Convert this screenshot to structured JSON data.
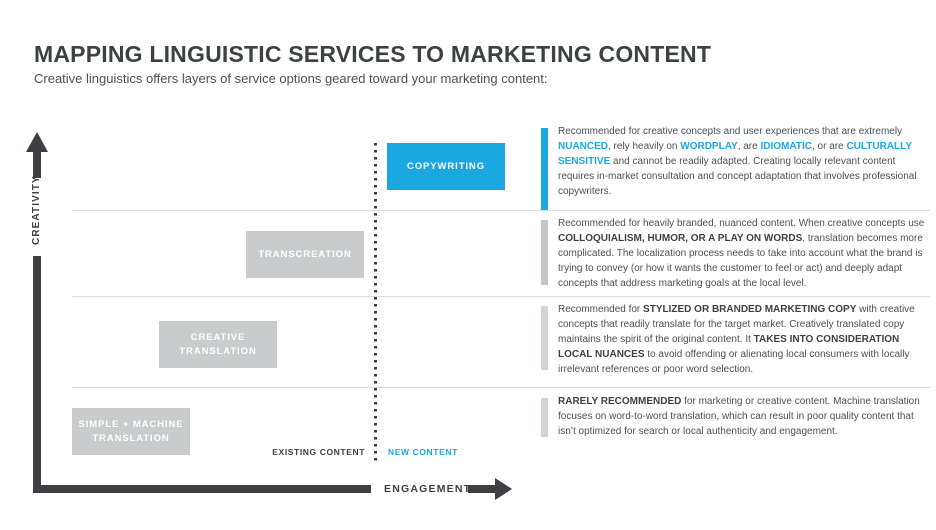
{
  "header": {
    "title": "MAPPING LINGUISTIC SERVICES TO MARKETING CONTENT",
    "subtitle": "Creative linguistics offers layers of service options geared toward your marketing content:"
  },
  "colors": {
    "blue": "#1ba7e0",
    "dark": "#3d3f42",
    "box_gray": "#c9cbcd",
    "divider_gray": "#dadada"
  },
  "diagram": {
    "y_axis_label": "CREATIVITY",
    "x_axis_label": "ENGAGEMENT",
    "column_labels": {
      "existing": "EXISTING CONTENT",
      "new": "NEW CONTENT"
    },
    "services": [
      {
        "label": "COPYWRITING",
        "color": "#1ba7e0",
        "column": "new content"
      },
      {
        "label": "TRANSCREATION",
        "color": "#c9cbcd",
        "column": "existing content"
      },
      {
        "label": "CREATIVE TRANSLATION",
        "color": "#c9cbcd",
        "column": "existing content"
      },
      {
        "label": "SIMPLE + MACHINE TRANSLATION",
        "color": "#c9cbcd",
        "column": "existing content"
      }
    ]
  },
  "descriptions": [
    {
      "service": "COPYWRITING",
      "accent_color": "#1ba7e0",
      "segments": [
        {
          "style": "normal",
          "text": "Recommended for creative concepts and user experiences that are extremely "
        },
        {
          "style": "blue-bold",
          "text": "NUANCED"
        },
        {
          "style": "normal",
          "text": ", rely heavily on "
        },
        {
          "style": "blue-bold",
          "text": "WORDPLAY"
        },
        {
          "style": "normal",
          "text": ", are "
        },
        {
          "style": "blue-bold",
          "text": "IDIOMATIC"
        },
        {
          "style": "normal",
          "text": ", or are "
        },
        {
          "style": "blue-bold",
          "text": "CULTURALLY SENSITIVE"
        },
        {
          "style": "normal",
          "text": " and cannot be readily adapted. Creating locally relevant content requires in-market consultation and concept adaptation that involves professional copywriters."
        }
      ]
    },
    {
      "service": "TRANSCREATION",
      "accent_color": "#c4c6c8",
      "segments": [
        {
          "style": "normal",
          "text": "Recommended for heavily branded, nuanced content. When creative concepts use "
        },
        {
          "style": "bold",
          "text": "COLLOQUIALISM, HUMOR, OR A PLAY ON WORDS"
        },
        {
          "style": "normal",
          "text": ", translation becomes more complicated. The localization process needs to take into account what the brand is trying to convey (or how it wants the customer to feel or act) and deeply adapt concepts that address marketing goals at the local level."
        }
      ]
    },
    {
      "service": "CREATIVE TRANSLATION",
      "accent_color": "#d2d3d5",
      "segments": [
        {
          "style": "normal",
          "text": "Recommended for "
        },
        {
          "style": "bold",
          "text": "STYLIZED OR BRANDED MARKETING COPY"
        },
        {
          "style": "normal",
          "text": " with creative concepts that readily translate for the target market. Creatively translated copy maintains the spirit of the original content. It "
        },
        {
          "style": "bold",
          "text": "TAKES INTO CONSIDERATION LOCAL NUANCES"
        },
        {
          "style": "normal",
          "text": " to avoid offending or alienating local consumers with locally irrelevant references or poor word selection."
        }
      ]
    },
    {
      "service": "SIMPLE + MACHINE TRANSLATION",
      "accent_color": "#d2d3d5",
      "segments": [
        {
          "style": "bold",
          "text": "RARELY RECOMMENDED"
        },
        {
          "style": "normal",
          "text": " for marketing or creative content. Machine translation focuses on word-to-word translation, which can result in poor quality content that isn’t optimized for search or local authenticity and engagement."
        }
      ]
    }
  ]
}
